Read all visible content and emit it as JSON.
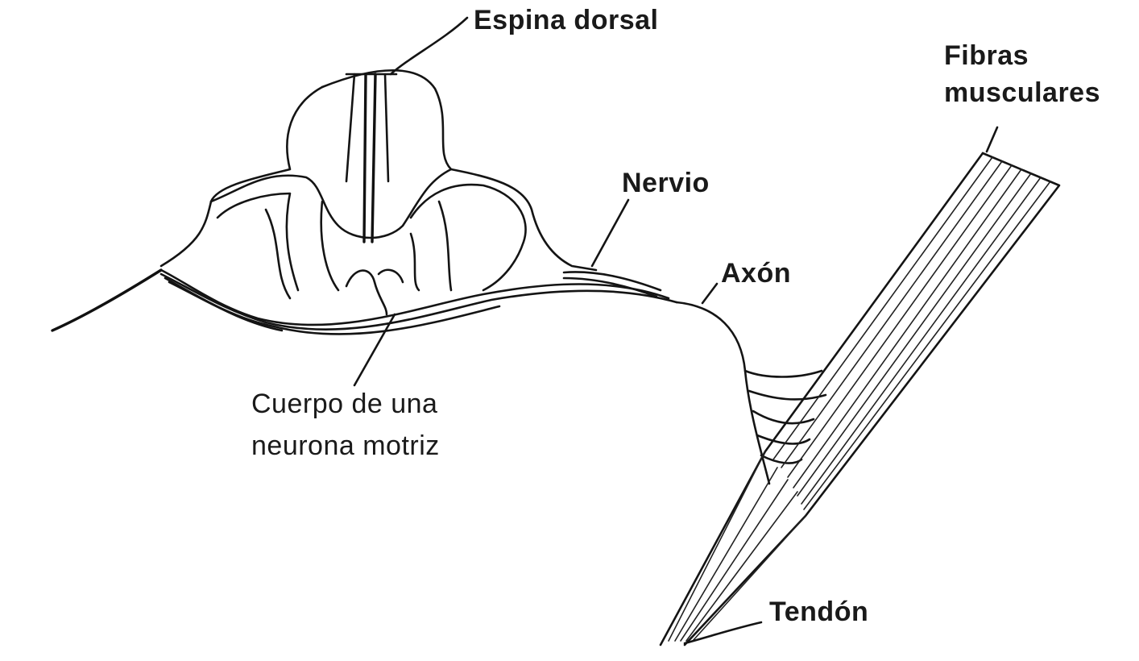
{
  "labels": {
    "espina_dorsal": "Espina dorsal",
    "fibras_line1": "Fibras",
    "fibras_line2": "musculares",
    "nervio": "Nervio",
    "axon": "Axón",
    "cuerpo_line1": "Cuerpo de una",
    "cuerpo_line2": "neurona motriz",
    "tendon": "Tendón"
  }
}
